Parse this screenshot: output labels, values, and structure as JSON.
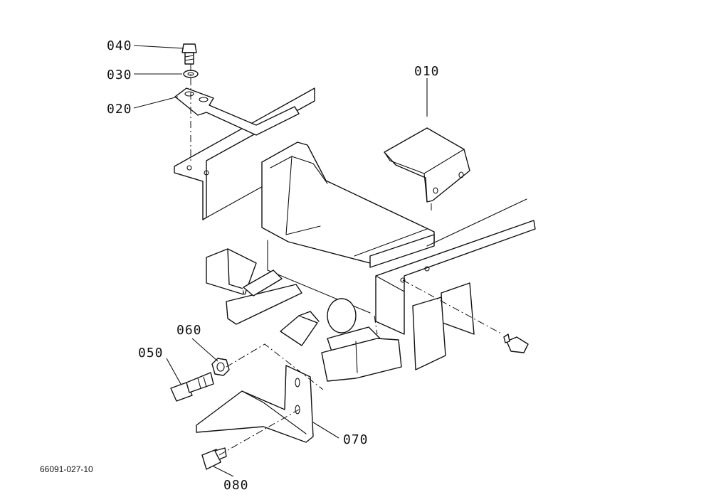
{
  "callouts": {
    "p010": "010",
    "p020": "020",
    "p030": "030",
    "p040": "040",
    "p050": "050",
    "p060": "060",
    "p070": "070",
    "p080": "080"
  },
  "drawing_code": "66091-027-10"
}
